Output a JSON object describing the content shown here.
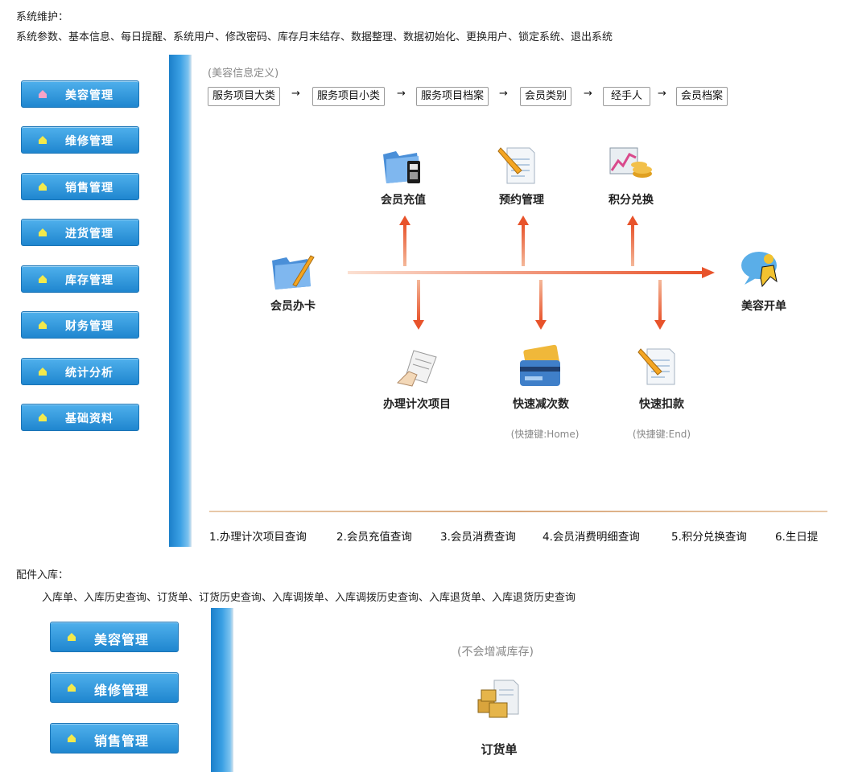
{
  "section1": {
    "heading": "系统维护：",
    "items": "系统参数、基本信息、每日提醒、系统用户、修改密码、库存月末结存、数据整理、数据初始化、更换用户、锁定系统、退出系统"
  },
  "panel1": {
    "sidebar": [
      {
        "label": "美容管理"
      },
      {
        "label": "维修管理"
      },
      {
        "label": "销售管理"
      },
      {
        "label": "进货管理"
      },
      {
        "label": "库存管理"
      },
      {
        "label": "财务管理"
      },
      {
        "label": "统计分析"
      },
      {
        "label": "基础资料"
      }
    ],
    "flow_caption": "(美容信息定义)",
    "flow": [
      "服务项目大类",
      "服务项目小类",
      "服务项目档案",
      "会员类别",
      "经手人",
      "会员档案"
    ],
    "flow_arrow": "→",
    "nodes": {
      "member_recharge": "会员充值",
      "appointment": "预约管理",
      "points_exchange": "积分兑换",
      "member_card": "会员办卡",
      "beauty_order": "美容开单",
      "count_items": "办理计次项目",
      "quick_reduce": "快速减次数",
      "quick_deduct": "快速扣款",
      "hotkey_home": "(快捷键:Home)",
      "hotkey_end": "(快捷键:End)"
    },
    "queries": [
      "1.办理计次项目查询",
      "2.会员充值查询",
      "3.会员消费查询",
      "4.会员消费明细查询",
      "5.积分兑换查询",
      "6.生日提"
    ]
  },
  "section2": {
    "heading": "配件入库：",
    "items": "入库单、入库历史查询、订货单、订货历史查询、入库调拨单、入库调拨历史查询、入库退货单、入库退货历史查询"
  },
  "panel2": {
    "sidebar": [
      {
        "label": "美容管理"
      },
      {
        "label": "维修管理"
      },
      {
        "label": "销售管理"
      }
    ],
    "note": "(不会增减库存)",
    "order_label": "订货单"
  },
  "colors": {
    "sidebar_blue": "#2a92dc",
    "arrow_orange": "#e8532b"
  }
}
